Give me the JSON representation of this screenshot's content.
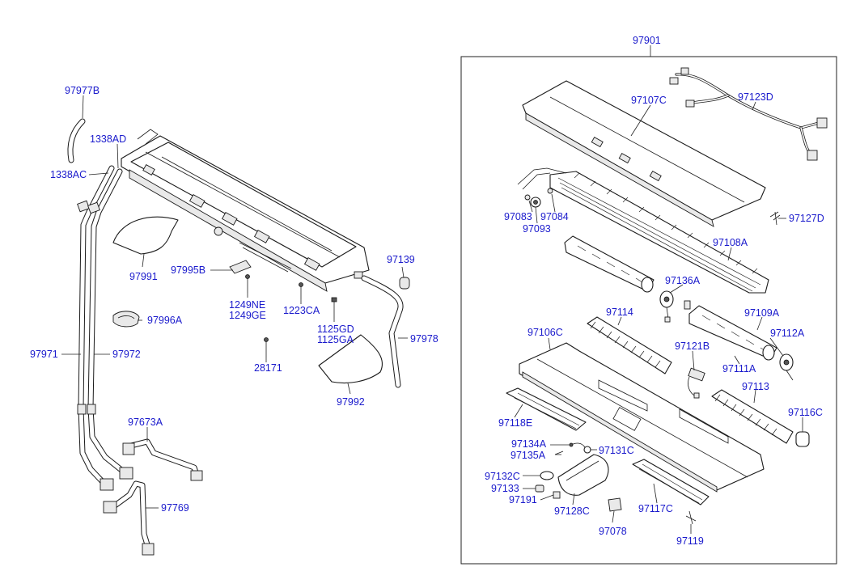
{
  "assembly": {
    "label": "97901"
  },
  "parts": {
    "p97977B": "97977B",
    "p1338AD": "1338AD",
    "p1338AC": "1338AC",
    "p97991": "97991",
    "p97995B": "97995B",
    "p1249NE": "1249NE",
    "p1249GE": "1249GE",
    "p1223CA": "1223CA",
    "p97139": "97139",
    "p1125GD": "1125GD",
    "p1125GA": "1125GA",
    "p97978": "97978",
    "p97996A": "97996A",
    "p97971": "97971",
    "p97972": "97972",
    "p28171": "28171",
    "p97992": "97992",
    "p97673A": "97673A",
    "p97769": "97769",
    "p97107C": "97107C",
    "p97123D": "97123D",
    "p97083": "97083",
    "p97084": "97084",
    "p97093": "97093",
    "p97127D": "97127D",
    "p97108A": "97108A",
    "p97136A": "97136A",
    "p97114": "97114",
    "p97109A": "97109A",
    "p97106C": "97106C",
    "p97112A": "97112A",
    "p97121B": "97121B",
    "p97111A": "97111A",
    "p97113": "97113",
    "p97116C": "97116C",
    "p97118E": "97118E",
    "p97134A": "97134A",
    "p97131C": "97131C",
    "p97135A": "97135A",
    "p97132C": "97132C",
    "p97133": "97133",
    "p97191": "97191",
    "p97128C": "97128C",
    "p97117C": "97117C",
    "p97078": "97078",
    "p97119": "97119"
  }
}
